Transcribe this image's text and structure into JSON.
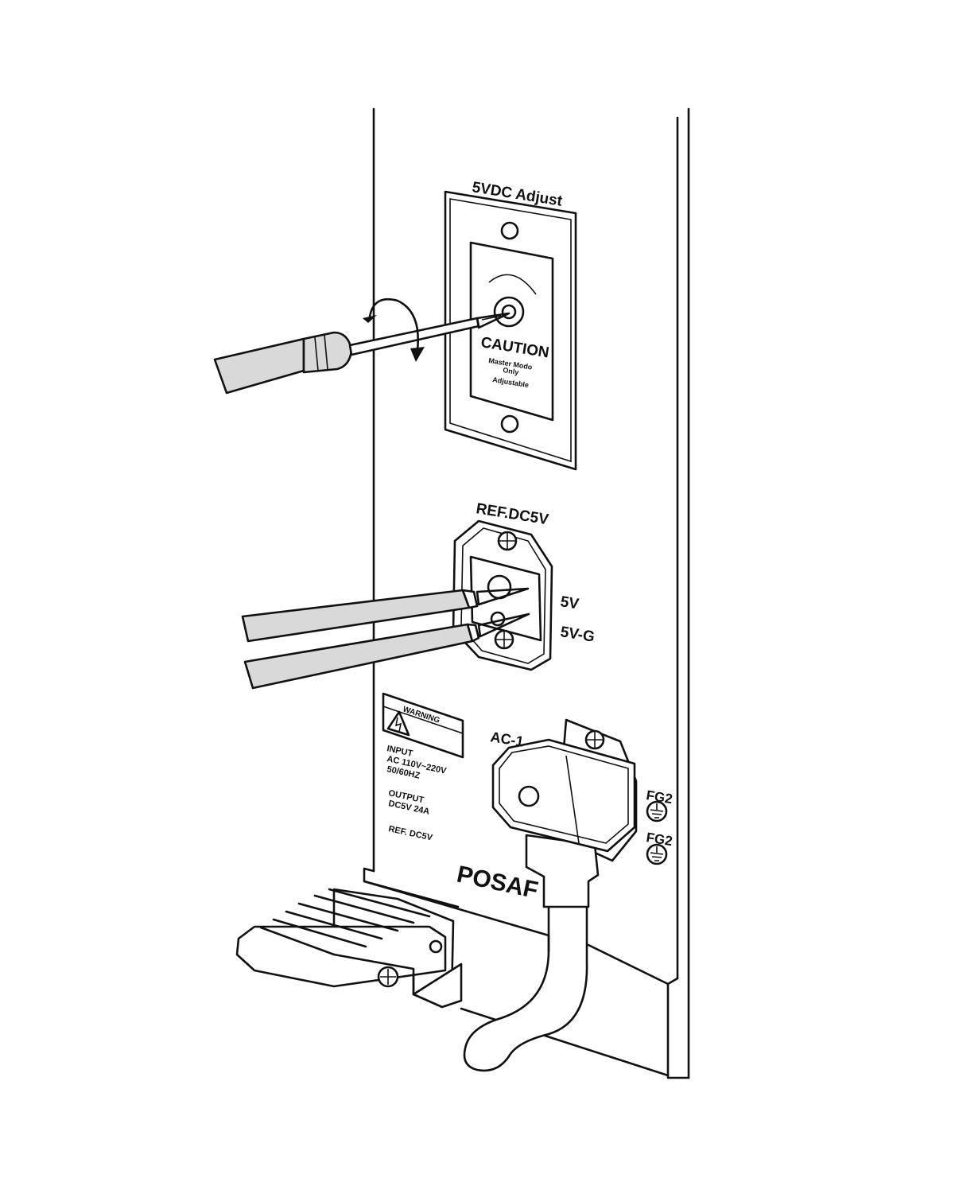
{
  "panel": {
    "adjust_label": "5VDC Adjust",
    "caution_title": "CAUTION",
    "caution_line1": "Master Modo",
    "caution_line2": "Only",
    "caution_line3": "Adjustable",
    "ref_label": "REF.DC5V",
    "terminal_5v": "5V",
    "terminal_5vg": "5V-G",
    "warning_label": "WARNING",
    "input_title": "INPUT",
    "input_line1": "AC 110V~220V",
    "input_line2": "50/60HZ",
    "output_title": "OUTPUT",
    "output_line1": "DC5V 24A",
    "ref_note": "REF. DC5V",
    "ac_label": "AC-1",
    "fg2_top": "FG2",
    "fg2_bottom": "FG2",
    "brand": "POSAF"
  },
  "icons": [
    "screwdriver-icon",
    "rotate-arrow-icon",
    "test-probe-icon",
    "warning-triangle-icon",
    "ground-symbol-icon",
    "screw-icon",
    "power-plug-icon",
    "latch-handle-icon"
  ]
}
